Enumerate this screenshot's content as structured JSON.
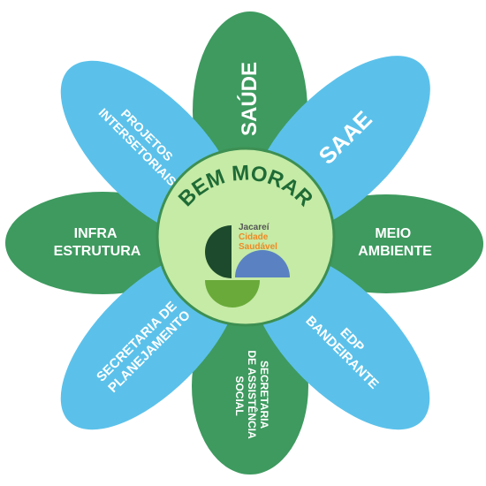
{
  "colors": {
    "green_petal": "#3e9a5f",
    "blue_petal": "#5bc1ea",
    "center_fill": "#c5eba6",
    "center_ring": "#3d8f52",
    "title_color": "#1f6b36",
    "logo_dark": "#1d4a2c",
    "logo_blue": "#5a82c2",
    "logo_green": "#6aaa3a",
    "logo_orange": "#ef8a24",
    "logo_gray": "#555555"
  },
  "center": {
    "title": "BEM MORAR",
    "logo": {
      "line1": "Jacareí",
      "line2": "Cidade",
      "line3": "Saudável"
    }
  },
  "petals": {
    "saude": {
      "lines": [
        "SAÚDE"
      ]
    },
    "saae": {
      "lines": [
        "SAAE"
      ]
    },
    "meio_ambiente": {
      "lines": [
        "MEIO",
        "AMBIENTE"
      ]
    },
    "edp": {
      "lines": [
        "EDP",
        "BANDEIRANTE"
      ]
    },
    "assistencia": {
      "lines": [
        "SECRETARIA",
        "DE ASSISTÊNCIA",
        "SOCIAL"
      ]
    },
    "planejamento": {
      "lines": [
        "SECRETARIA DE",
        "PLANEJAMENTO"
      ]
    },
    "infra": {
      "lines": [
        "INFRA",
        "ESTRUTURA"
      ]
    },
    "projetos": {
      "lines": [
        "PROJETOS",
        "INTERSETORIAIS"
      ]
    }
  }
}
